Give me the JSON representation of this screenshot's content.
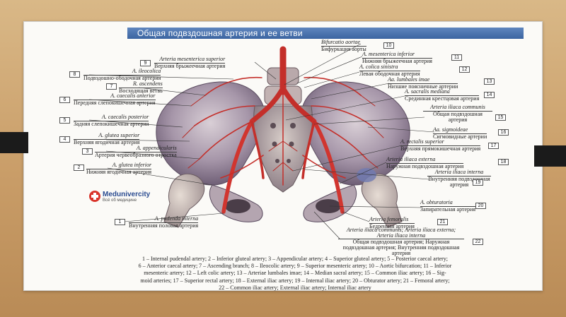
{
  "title": "Общая подвздошная артерия и ее ветви",
  "labels": {
    "l1": {
      "num": "1",
      "lat": "A. pudenda interna",
      "ru": "Внутренняя половая артерия"
    },
    "l2": {
      "num": "2",
      "lat": "A. glutea inferior",
      "ru": "Нижняя ягодичная артерия"
    },
    "l3": {
      "num": "3",
      "lat": "A. appendicularis",
      "ru": "Артерия червеобразного отростка"
    },
    "l4": {
      "num": "4",
      "lat": "A. glutea superior",
      "ru": "Верхняя ягодичная артерия"
    },
    "l5": {
      "num": "5",
      "lat": "A. caecalis posterior",
      "ru": "Задняя слепокишечная артерия"
    },
    "l6": {
      "num": "6",
      "lat": "A. caecalis anterior",
      "ru": "Передняя слепокишечная артерия"
    },
    "l7": {
      "num": "7",
      "lat": "R. ascendens",
      "ru": "Восходящая ветвь"
    },
    "l8": {
      "num": "8",
      "lat": "A. ileocolica",
      "ru": "Подвздошно-ободочная артерия"
    },
    "l9": {
      "num": "9",
      "lat": "Arteria mesenterica superior",
      "ru": "Верхняя брыжеечная артерия"
    },
    "l10": {
      "num": "10",
      "lat": "Bifurcatio aortae",
      "ru": "Бифуркация аорты"
    },
    "l11": {
      "num": "11",
      "lat": "A. mesenterica inferior",
      "ru": "Нижняя брыжеечная артерия"
    },
    "l12": {
      "num": "12",
      "lat": "A. colica sinistra",
      "ru": "Левая ободочная артерия"
    },
    "l13": {
      "num": "13",
      "lat": "Aa. lumbales imae",
      "ru": "Низшие поясничные артерии"
    },
    "l14": {
      "num": "14",
      "lat": "A. sacralis mediana",
      "ru": "Срединная крестцовая артерия"
    },
    "l15": {
      "num": "15",
      "lat": "Arteria iliaca communis",
      "ru": "Общая подвздошная артерия"
    },
    "l16": {
      "num": "16",
      "lat": "Aa. sigmoideae",
      "ru": "Сигмовидные артерии"
    },
    "l17": {
      "num": "17",
      "lat": "A. rectalis superior",
      "ru": "Верхняя прямокишечная артерия"
    },
    "l18": {
      "num": "18",
      "lat": "Arteria iliaca externa",
      "ru": "Наружная подвздошная артерия"
    },
    "l19": {
      "num": "19",
      "lat": "Arteria iliaca interna",
      "ru": "Внутренняя подвздошная артерия"
    },
    "l20": {
      "num": "20",
      "lat": "A. obturatoria",
      "ru": "Запирательная артерия"
    },
    "l21": {
      "num": "21",
      "lat": "Arteria femoralis",
      "ru": "Бедренная артерия"
    },
    "l22": {
      "num": "22",
      "lat": "Arteria iliaca communis; Arteria iliaca externa; Arteria iliaca interna",
      "ru": "Общая подвздошная артерия; Наружная подвздошная артерия; Внутренняя подвздошная артерия"
    }
  },
  "logo": {
    "name": "Medunivercity",
    "sub": "Всё об медицине"
  },
  "legend": [
    "1 – Internal pudendal artery; 2 – Inferior gluteal artery; 3 – Appendicular artery; 4 – Superior gluteal artery; 5 – Posterior caecal artery;",
    "6 – Anterior caecal artery; 7 – Ascending branch; 8 – Ileocolic artery; 9 – Superior mesenteric artery; 10 – Aortic bifurcation; 11 – Inferior",
    "mesenteric artery; 12 – Left colic artery; 13 – Arteriae lumbales imae; 14 – Median sacral artery; 15 – Common iliac artery; 16 – Sig-",
    "moid arteries; 17 – Superior rectal artery; 18 – External iliac artery; 19 – Internal iliac artery; 20 – Obturator artery; 21 – Femoral artery;",
    "22 – Common iliac artery; External iliac artery; Internal iliac artery"
  ]
}
